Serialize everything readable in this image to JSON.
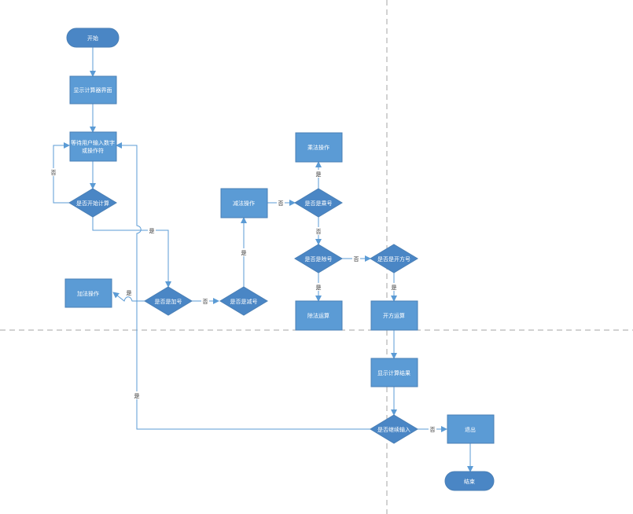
{
  "colors": {
    "node_fill": "#5b9bd5",
    "terminal_fill": "#4a86c5",
    "node_stroke": "#4a7fb5",
    "edge": "#5b9bd5",
    "guide": "#a6a6a6",
    "text": "#ffffff"
  },
  "nodes": {
    "start": "开始",
    "show_ui": "显示计算器界面",
    "wait_input_1": "等待用户输入数字",
    "wait_input_2": "或操作符",
    "is_start_calc": "是否开始计算",
    "is_plus": "是否是加号",
    "add_op": "加法操作",
    "is_minus": "是否是减号",
    "sub_op": "减法操作",
    "is_mul": "是否是乘号",
    "mul_op": "乘法操作",
    "is_div": "是否是除号",
    "div_op": "除法运算",
    "is_sqrt": "是否是开方号",
    "sqrt_op": "开方运算",
    "show_result": "显示计算结果",
    "is_continue": "是否继续输入",
    "exit": "退出",
    "end": "结束"
  },
  "edge_labels": {
    "no_loop": "否",
    "yes_start": "是",
    "plus_yes": "是",
    "plus_no": "否",
    "minus_yes": "是",
    "minus_no": "否",
    "mul_yes": "是",
    "mul_no": "否",
    "div_yes": "是",
    "div_no": "否",
    "sqrt_yes": "是",
    "continue_yes": "是",
    "continue_no": "否"
  }
}
